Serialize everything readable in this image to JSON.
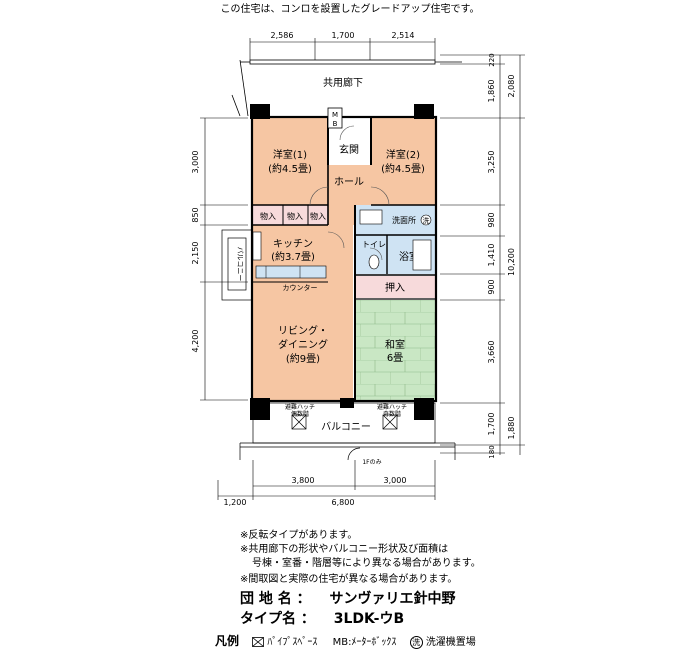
{
  "header_note": "この住宅は、コンロを設置したグレードアップ住宅です。",
  "dimensions": {
    "top": [
      "2,586",
      "1,700",
      "2,514"
    ],
    "bottom_inner": [
      "3,800",
      "3,000"
    ],
    "bottom_outer": [
      "1,200",
      "6,800"
    ],
    "left": [
      "3,000",
      "850",
      "2,150",
      "4,200"
    ],
    "right_inner": [
      "220",
      "1,860",
      "3,250",
      "980",
      "1,410",
      "900",
      "3,660",
      "1,700",
      "180"
    ],
    "right_outer": [
      "2,080",
      "10,200",
      "1,880"
    ]
  },
  "rooms": {
    "corridor": "共用廊下",
    "mb": "MB",
    "entrance": "玄関",
    "hall": "ホール",
    "west_room1": [
      "洋室(1)",
      "(約4.5畳)"
    ],
    "west_room2": [
      "洋室(2)",
      "(約4.5畳)"
    ],
    "closets": [
      "物入",
      "物入",
      "物入"
    ],
    "washroom": "洗面所",
    "washer_mark": "洗",
    "toilet": "トイレ",
    "bath": "浴室",
    "kitchen": [
      "キッチン",
      "(約3.7畳)"
    ],
    "counter": "カウンター",
    "living": [
      "リビング・",
      "ダイニング",
      "(約9畳)"
    ],
    "oshiire": "押入",
    "washitsu": [
      "和室",
      "6畳"
    ],
    "balcony": "バルコニー",
    "side_balcony": "バルコニー",
    "hatch_left": [
      "避難ハッチ",
      "偶数階"
    ],
    "hatch_right": [
      "避難ハッチ",
      "奇数階"
    ],
    "first_floor_only": "1Fのみ"
  },
  "notes": [
    "※反転タイプがあります。",
    "※共用廊下の形状やバルコニー形状及び面積は",
    "号棟・室番・階層等により異なる場合があります。",
    "※間取図と実際の住宅が異なる場合があります。"
  ],
  "info": {
    "estate_label": "団 地 名 ：",
    "estate_value": "サンヴァリエ針中野",
    "type_label": "タイプ名 ：",
    "type_value": "3LDK-ウB"
  },
  "legend": {
    "label": "凡例",
    "items": [
      "ﾊﾟｲﾌﾟｽﾍﾟｰｽ",
      "MB:ﾒｰﾀｰﾎﾞｯｸｽ",
      "洗濯機置場"
    ],
    "washer_mark": "洗"
  },
  "colors": {
    "western_room": "#f6c6a3",
    "tatami": "#c9e7c4",
    "wet_area": "#cfe3f3",
    "closet": "#f7dadb",
    "wall": "#000000"
  }
}
